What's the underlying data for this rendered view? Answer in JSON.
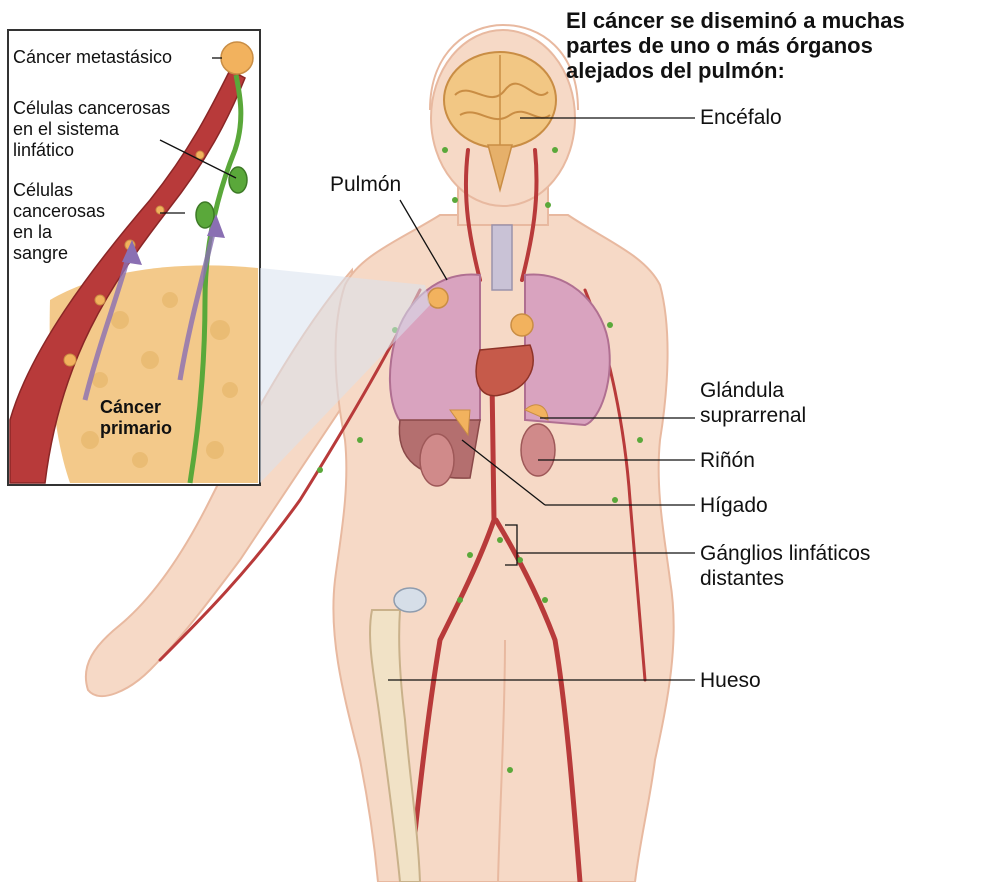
{
  "heading": {
    "line1": "El cáncer se diseminó a muchas",
    "line2": "partes de uno o más órganos",
    "line3": "alejados del pulmón:"
  },
  "labels": {
    "brain": "Encéfalo",
    "lung": "Pulmón",
    "adrenal_line1": "Glándula",
    "adrenal_line2": "suprarrenal",
    "kidney": "Riñón",
    "liver": "Hígado",
    "lymph_line1": "Gánglios linfáticos",
    "lymph_line2": "distantes",
    "bone": "Hueso"
  },
  "inset": {
    "metastatic": "Cáncer metastásico",
    "lymph_cells_line1": "Células cancerosas",
    "lymph_cells_line2": "en el sistema",
    "lymph_cells_line3": "linfático",
    "blood_cells_line1": "Células",
    "blood_cells_line2": "cancerosas",
    "blood_cells_line3": "en la",
    "blood_cells_line4": "sangre",
    "primary_line1": "Cáncer",
    "primary_line2": "primario"
  },
  "colors": {
    "skin": "#f6d9c6",
    "skin_edge": "#e8b9a0",
    "lung": "#d9a3bf",
    "tumor": "#f2b25e",
    "vessel": "#b83a3a",
    "lymph": "#5aa83a",
    "tissue": "#f3c98a"
  }
}
